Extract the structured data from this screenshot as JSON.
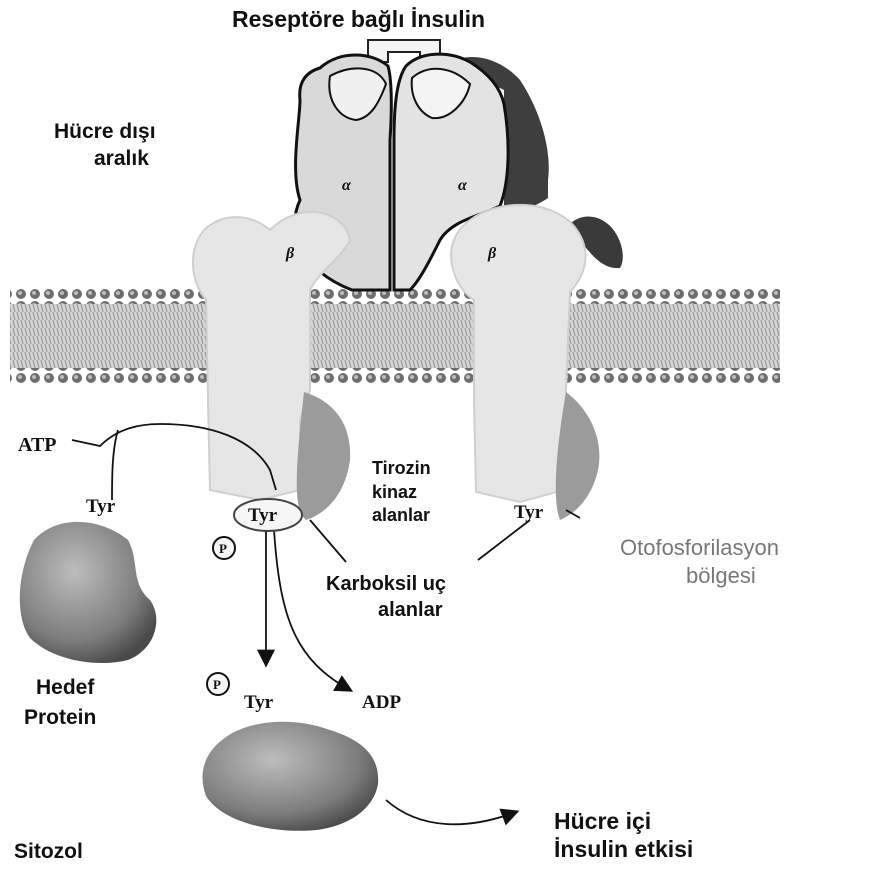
{
  "title": "Reseptöre bağlı İnsulin",
  "labels": {
    "extracellular_line1": "Hücre dışı",
    "extracellular_line2": "aralık",
    "cytosol": "Sitozol",
    "target_protein_line1": "Hedef",
    "target_protein_line2": "Protein",
    "tyrosine_kinase_line1": "Tirozin",
    "tyrosine_kinase_line2": "kinaz",
    "tyrosine_kinase_line3": "alanlar",
    "carboxyl_line1": "Karboksil uç",
    "carboxyl_line2": "alanlar",
    "autophosphorylation_line1": "Otofosforilasyon",
    "autophosphorylation_line2": "bölgesi",
    "intracellular_line1": "Hücre içi",
    "intracellular_line2": "İnsulin etkisi"
  },
  "molecules": {
    "atp": "ATP",
    "adp": "ADP",
    "tyr": "Tyr",
    "phosphate": "P",
    "alpha": "α",
    "beta": "β"
  },
  "colors": {
    "protein_light": "#e6e6e6",
    "protein_shadow": "#4a4a4a",
    "membrane_head": "#777777",
    "membrane_tail": "#cfcfcf",
    "text": "#111111",
    "faded_text": "#777777"
  }
}
